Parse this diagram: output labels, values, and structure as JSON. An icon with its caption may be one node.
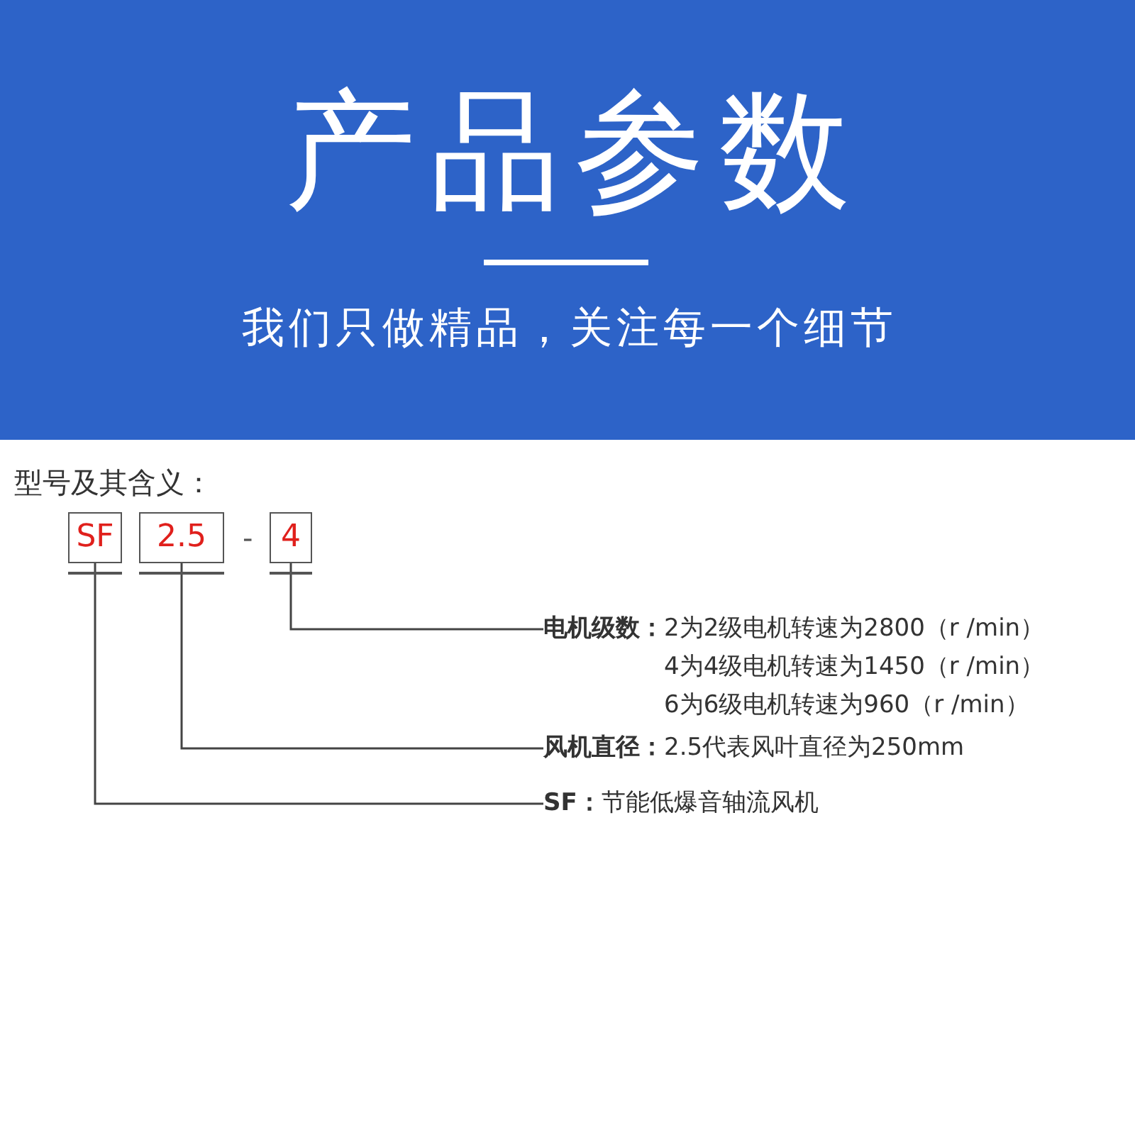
{
  "diagram": {
    "title": "产品参数",
    "nodes": [
      {
        "text": [
          "SF"
        ]
      },
      {
        "text": [
          "2.5"
        ]
      },
      {
        "text": [
          "4"
        ]
      },
      {
        "text": [
          "电机级数：",
          "2为2级电机转速为2800（r /min）",
          "4为4级电机转速为1450（r /min）",
          "6为6级电机转速为960（r /min）"
        ]
      },
      {
        "text": [
          "风机直径：",
          "2.5代表风叶直径为250mm"
        ]
      },
      {
        "text": [
          "SF：",
          "节能低爆音轴流风机"
        ]
      }
    ],
    "edges": [
      {
        "from": 0,
        "to": 5,
        "arrow": "none"
      },
      {
        "from": 1,
        "to": 4,
        "arrow": "none"
      },
      {
        "from": 2,
        "to": 3,
        "arrow": "none"
      }
    ],
    "labels": [
      "我们只做精品，关注每一个细节",
      "型号及其含义：",
      "-"
    ]
  }
}
